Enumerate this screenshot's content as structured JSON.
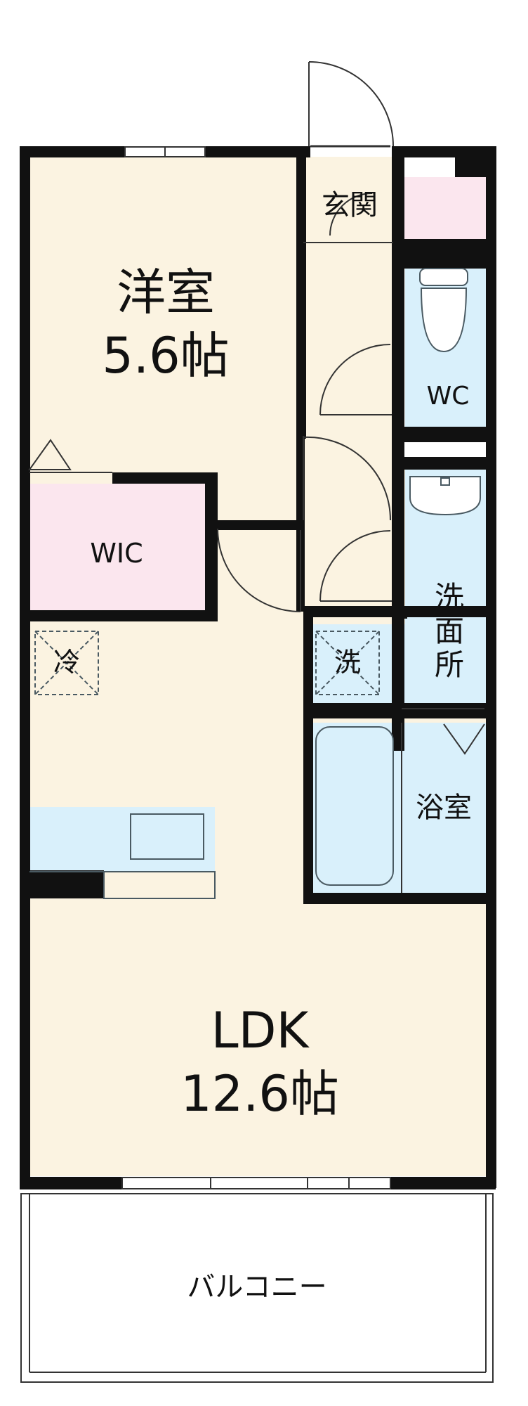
{
  "rooms": {
    "western": {
      "name": "洋室",
      "size": "5.6帖"
    },
    "ldk": {
      "name": "LDK",
      "size": "12.6帖"
    },
    "wic": {
      "name": "WIC"
    },
    "entrance": {
      "name": "玄関"
    },
    "wc": {
      "name": "WC"
    },
    "washroom": {
      "name": "洗面所"
    },
    "bath": {
      "name": "浴室"
    },
    "balcony": {
      "name": "バルコニー"
    }
  },
  "fixtures": {
    "fridge": "冷",
    "washer": "洗"
  },
  "colors": {
    "room_floor": "#fbf3e1",
    "wic_floor": "#fbe6ee",
    "wet_area": "#d9f0fb",
    "wall": "#111111",
    "fixture_line": "#4a5a62"
  }
}
